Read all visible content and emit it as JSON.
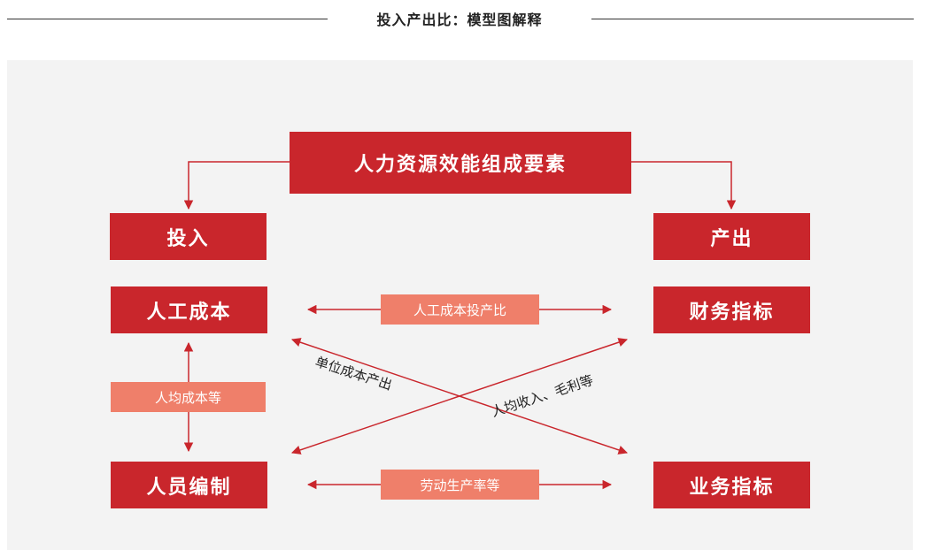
{
  "header": {
    "title": "投入产出比：模型图解释"
  },
  "diagram": {
    "top_box": "人力资源效能组成要素",
    "input_box": "投入",
    "output_box": "产出",
    "labor_cost_box": "人工成本",
    "headcount_box": "人员编制",
    "financial_box": "财务指标",
    "business_box": "业务指标",
    "labor_cost_ratio_tag": "人工成本投产比",
    "per_capita_cost_tag": "人均成本等",
    "productivity_tag": "劳动生产率等",
    "unit_output_cost_label": "单位成本产出",
    "per_capita_income_label": "人均收入、毛利等"
  },
  "colors": {
    "primary_red": "#c9262c",
    "light_salmon": "#ef7f6a",
    "panel_bg": "#f3f3f3"
  }
}
